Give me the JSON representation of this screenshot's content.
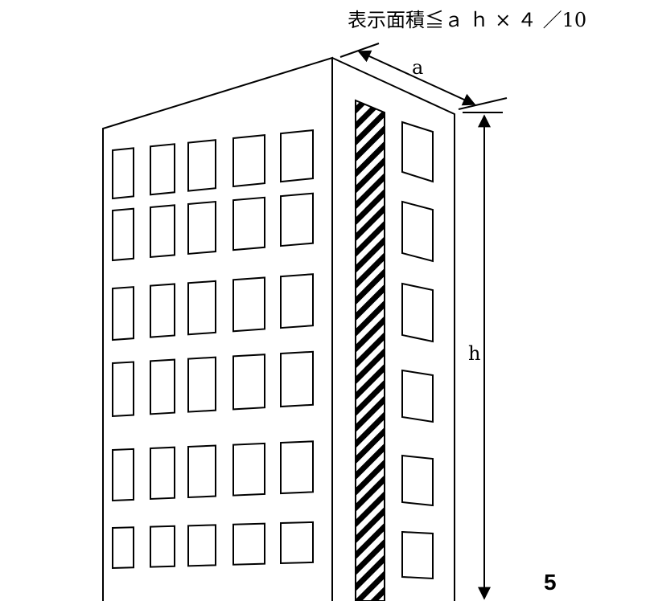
{
  "formula": "表示面積≦ａ ｈ × ４ ／10",
  "dimension_a": "a",
  "dimension_h": "h",
  "page_number": "5",
  "colors": {
    "line": "#000000",
    "background": "#ffffff",
    "hatch": "#000000"
  }
}
